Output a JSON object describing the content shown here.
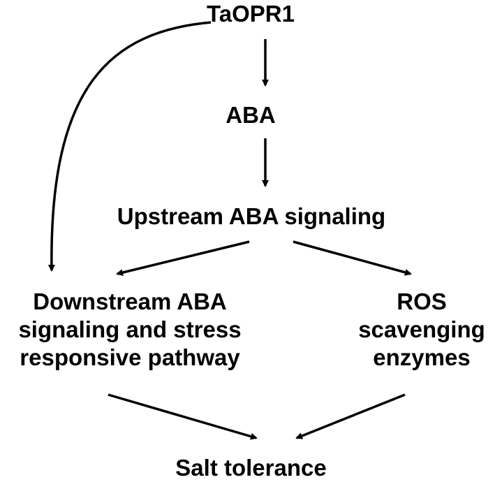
{
  "diagram": {
    "nodes": {
      "taopr1": {
        "label": "TaOPR1"
      },
      "aba": {
        "label": "ABA"
      },
      "upstream": {
        "label": "Upstream ABA signaling"
      },
      "downstream": {
        "lines": [
          "Downstream ABA",
          "signaling and stress",
          "responsive pathway"
        ]
      },
      "ros": {
        "lines": [
          "ROS",
          "scavenging",
          "enzymes"
        ]
      },
      "salt": {
        "label": "Salt tolerance"
      }
    },
    "edges": [
      {
        "from": "taopr1",
        "to": "aba"
      },
      {
        "from": "aba",
        "to": "upstream"
      },
      {
        "from": "taopr1",
        "to": "downstream"
      },
      {
        "from": "upstream",
        "to": "downstream"
      },
      {
        "from": "upstream",
        "to": "ros"
      },
      {
        "from": "downstream",
        "to": "salt"
      },
      {
        "from": "ros",
        "to": "salt"
      }
    ],
    "colors": {
      "ink": "#000000",
      "background": "#ffffff"
    }
  }
}
